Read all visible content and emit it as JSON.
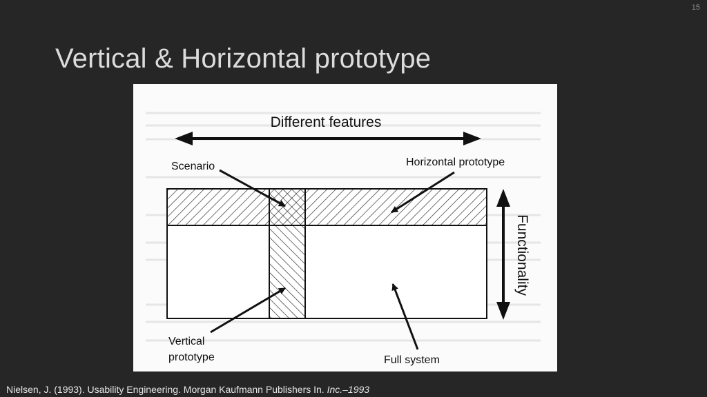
{
  "slide": {
    "number": "15",
    "title": "Vertical & Horizontal prototype"
  },
  "diagram": {
    "top_label": "Different features",
    "scenario_label": "Scenario",
    "horizontal_label": "Horizontal prototype",
    "axis_label": "Functionality",
    "vertical_label_line1": "Vertical",
    "vertical_label_line2": "prototype",
    "full_system_label": "Full system"
  },
  "citation": {
    "text": "Nielsen, J. (1993). Usability Engineering. Morgan Kaufmann Publishers In.",
    "italic": "Inc.–1993"
  }
}
